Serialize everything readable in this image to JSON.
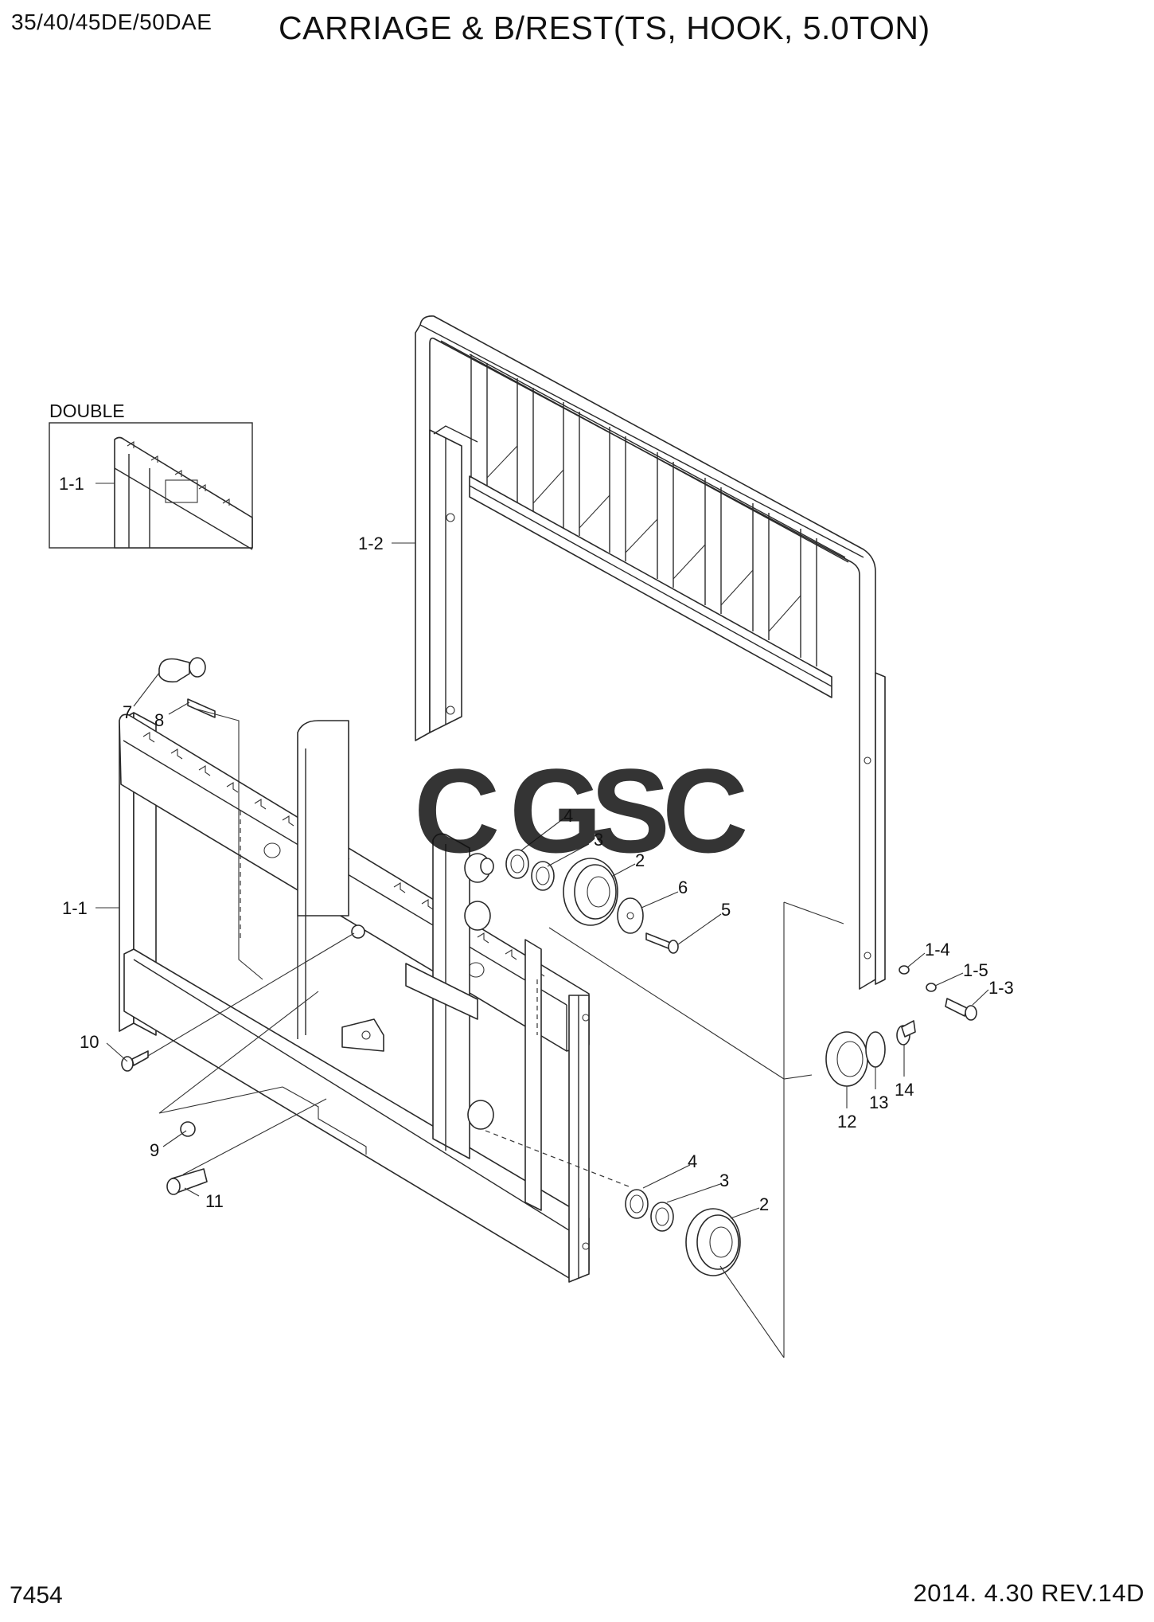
{
  "header": {
    "model": "35/40/45DE/50DAE",
    "title": "CARRIAGE & B/REST(TS, HOOK, 5.0TON)"
  },
  "footer": {
    "page_number": "7454",
    "revision": "2014. 4.30  REV.14D"
  },
  "inset": {
    "label": "DOUBLE",
    "callout": "1-1"
  },
  "watermark": {
    "letters": [
      "C",
      "G",
      "S",
      "C"
    ],
    "colors": [
      "#4f8ff2",
      "#ef6f6f",
      "#f6c645",
      "#3fa87a"
    ]
  },
  "callouts": [
    "1-2",
    "1-1",
    "7",
    "8",
    "10",
    "9",
    "11",
    "4",
    "3",
    "2",
    "6",
    "5",
    "1-4",
    "1-5",
    "1-3",
    "12",
    "13",
    "14",
    "4",
    "3",
    "2"
  ]
}
